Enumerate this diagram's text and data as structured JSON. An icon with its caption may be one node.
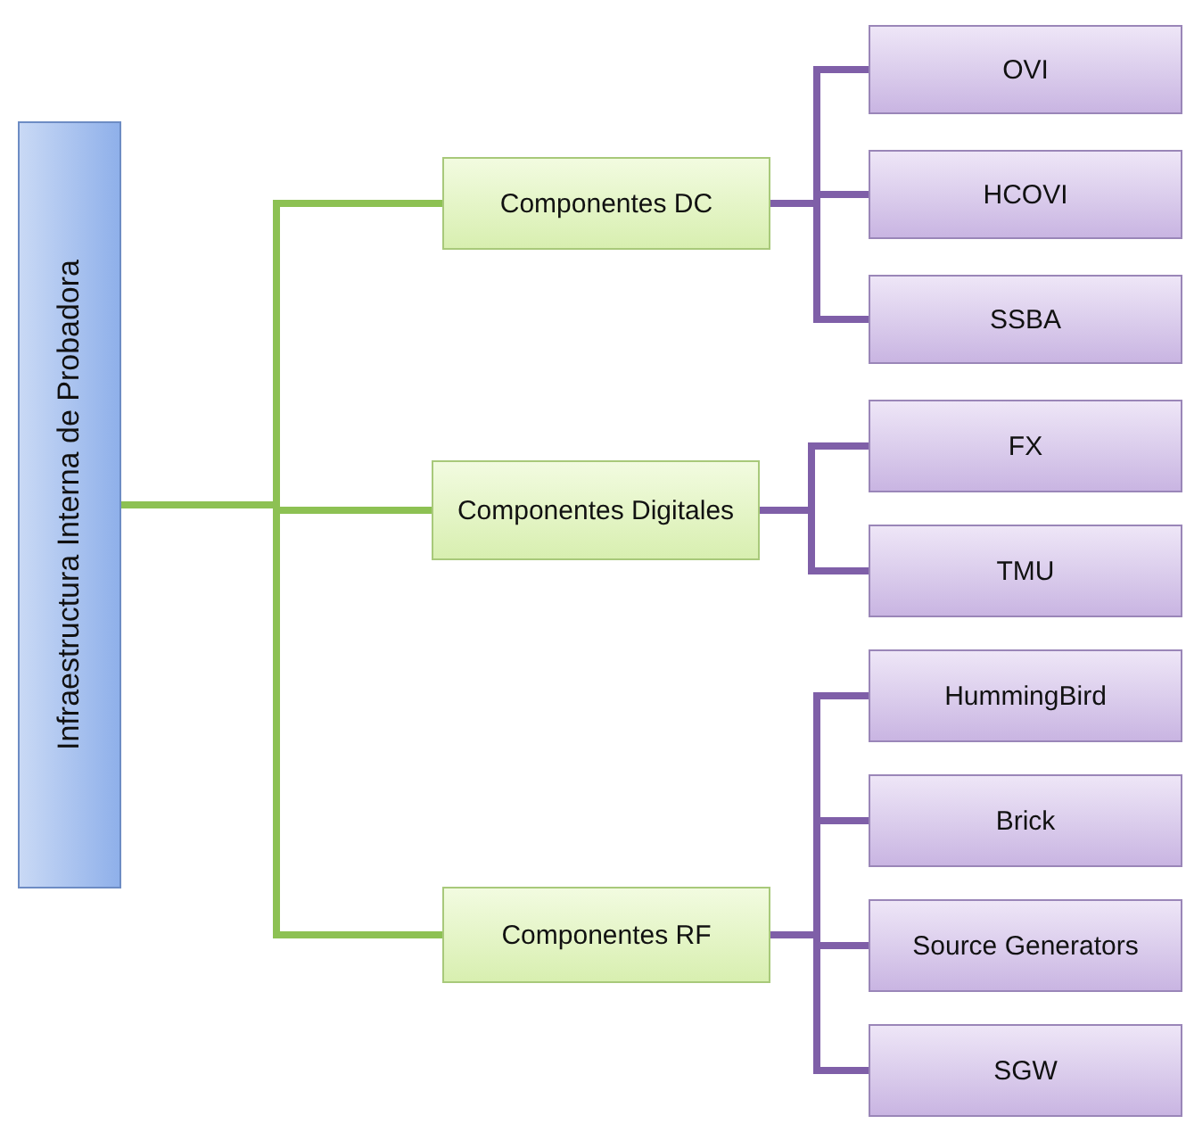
{
  "diagram": {
    "nodes": [
      {
        "text": [
          "Infraestructura Interna de Probadora"
        ]
      },
      {
        "text": [
          "Componentes DC"
        ]
      },
      {
        "text": [
          "Componentes Digitales"
        ]
      },
      {
        "text": [
          "Componentes RF"
        ]
      },
      {
        "text": [
          "OVI"
        ]
      },
      {
        "text": [
          "HCOVI"
        ]
      },
      {
        "text": [
          "SSBA"
        ]
      },
      {
        "text": [
          "FX"
        ]
      },
      {
        "text": [
          "TMU"
        ]
      },
      {
        "text": [
          "HummingBird"
        ]
      },
      {
        "text": [
          "Brick"
        ]
      },
      {
        "text": [
          "Source Generators"
        ]
      },
      {
        "text": [
          "SGW"
        ]
      }
    ],
    "edges": [
      {
        "from": 0,
        "to": 1,
        "arrow": "none",
        "color": "#8dc153"
      },
      {
        "from": 0,
        "to": 2,
        "arrow": "none",
        "color": "#8dc153"
      },
      {
        "from": 0,
        "to": 3,
        "arrow": "none",
        "color": "#8dc153"
      },
      {
        "from": 1,
        "to": 4,
        "arrow": "none",
        "color": "#7f5fa8"
      },
      {
        "from": 1,
        "to": 5,
        "arrow": "none",
        "color": "#7f5fa8"
      },
      {
        "from": 1,
        "to": 6,
        "arrow": "none",
        "color": "#7f5fa8"
      },
      {
        "from": 2,
        "to": 7,
        "arrow": "none",
        "color": "#7f5fa8"
      },
      {
        "from": 2,
        "to": 8,
        "arrow": "none",
        "color": "#7f5fa8"
      },
      {
        "from": 3,
        "to": 9,
        "arrow": "none",
        "color": "#7f5fa8"
      },
      {
        "from": 3,
        "to": 10,
        "arrow": "none",
        "color": "#7f5fa8"
      },
      {
        "from": 3,
        "to": 11,
        "arrow": "none",
        "color": "#7f5fa8"
      },
      {
        "from": 3,
        "to": 12,
        "arrow": "none",
        "color": "#7f5fa8"
      }
    ]
  }
}
